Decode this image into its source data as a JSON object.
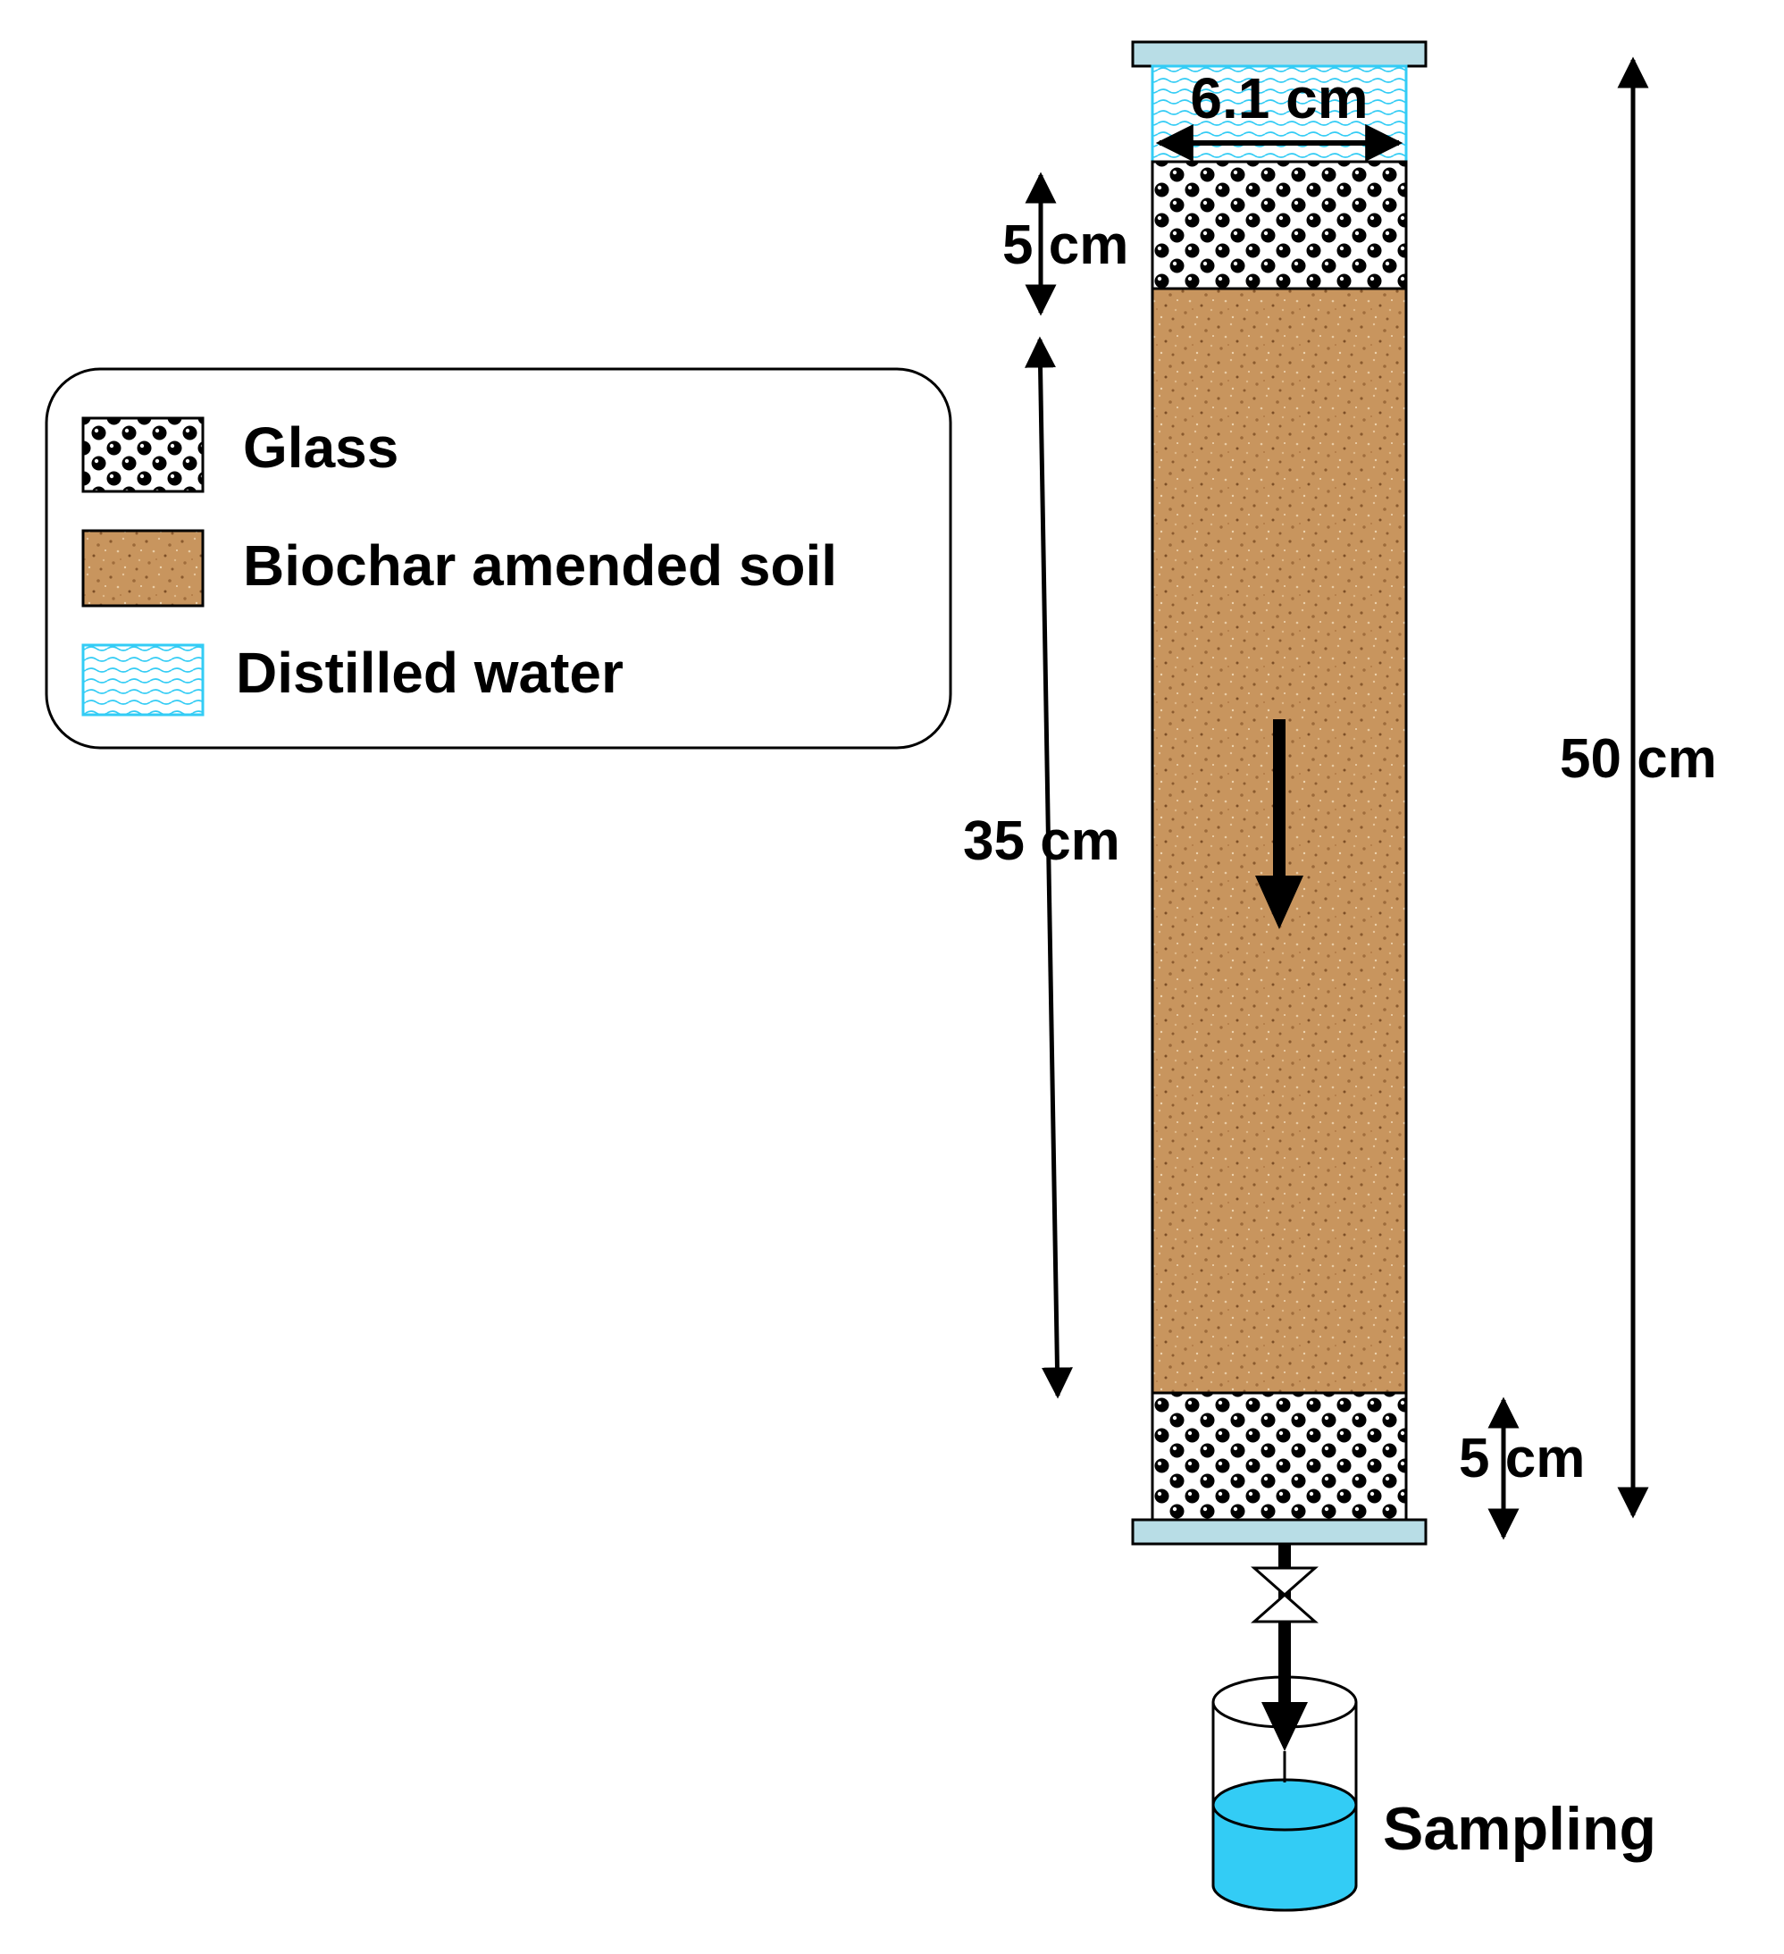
{
  "legend": {
    "items": [
      {
        "label": "Glass",
        "swatch": "glass"
      },
      {
        "label": "Biochar amended soil",
        "swatch": "soil"
      },
      {
        "label": "Distilled water",
        "swatch": "water"
      }
    ]
  },
  "dimensions": {
    "diameter": "6.1 cm",
    "top_glass": "5 cm",
    "soil_layer": "35 cm",
    "total_height": "50 cm",
    "bottom_glass": "5 cm"
  },
  "outlet": {
    "label": "Sampling"
  },
  "colors": {
    "soil": "#c8955e",
    "water": "#33ccf5",
    "end_cap": "#b8dde6",
    "glass_bead": "#000000",
    "outline": "#000000"
  }
}
